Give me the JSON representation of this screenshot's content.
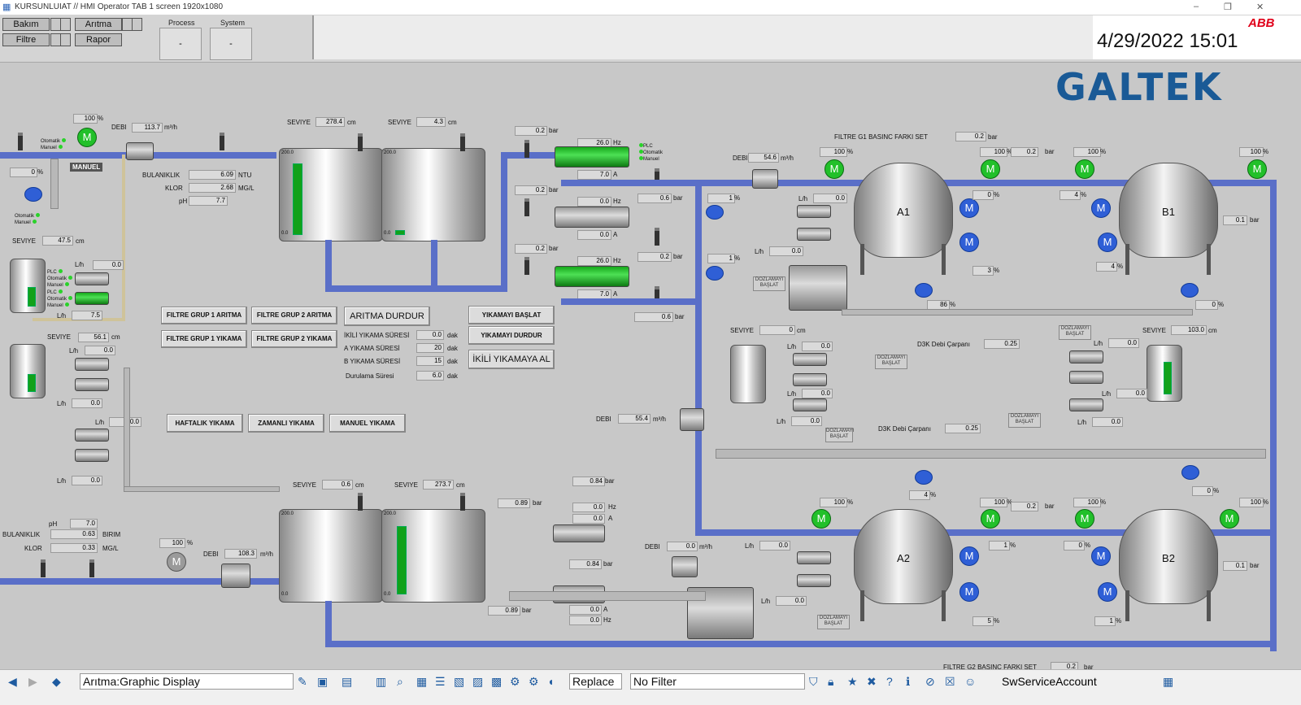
{
  "window": {
    "title": "KURSUNLUIAT // HMI Operator TAB 1 screen 1920x1080",
    "minimize": "–",
    "restore": "❐",
    "close": "✕"
  },
  "nav": {
    "bakim": "Bakım",
    "aritma": "Arıtma",
    "filtre": "Filtre",
    "rapor": "Rapor"
  },
  "status": {
    "process_label": "Process",
    "system_label": "System",
    "process_value": "-",
    "system_value": "-"
  },
  "datetime": "4/29/2022 15:01",
  "brand": {
    "abb": "ABB",
    "galtek": "GALTEK"
  },
  "colors": {
    "pipe_water": "#5a6fc8",
    "motor_on": "#22c02a",
    "valve": "#2f5fd6",
    "background": "#c8c8c8"
  },
  "labels": {
    "debi": "DEBI",
    "seviye": "SEVIYE",
    "bulaniklik": "BULANIKLIK",
    "klor": "KLOR",
    "ph": "pH",
    "manuel": "MANUEL",
    "lh": "L/h",
    "bar": "bar",
    "cm": "cm",
    "percent": "%",
    "hz": "Hz",
    "amp": "A",
    "m3h": "m³/h",
    "ntu": "NTU",
    "mgl": "MG/L",
    "birim": "BIRIM",
    "dak": "dak",
    "plc": "PLC",
    "otomatik": "Otomatik",
    "manuel_small": "Manuel",
    "dozlama": "DOZLAMAYI BAŞLAT",
    "motor_m": "M"
  },
  "inlet_top": {
    "pump_pct": "100",
    "debi": "113.7",
    "bulaniklik": "6.09",
    "klor": "2.68",
    "ph": "7.7",
    "left_pct": "0"
  },
  "tanks_top": {
    "seviye1": "278.4",
    "seviye2": "4.3",
    "t1_top": "200.0",
    "t1_bot": "0.0",
    "t2_top": "200.0",
    "t2_bot": "0.0"
  },
  "left_dosing": {
    "seviye1": "47.5",
    "lh1": "0.0",
    "lh2": "7.5",
    "seviye2": "56.1",
    "lh3": "0.0",
    "lh4": "0.0",
    "lh5": "0.0",
    "lh6": "0.0",
    "lh7": "0.0"
  },
  "pumps_top": {
    "p1": {
      "hz": "26.0",
      "a": "7.0",
      "bar": "0.2"
    },
    "p2": {
      "hz": "0.0",
      "a": "0.0",
      "bar": "0.2"
    },
    "p3": {
      "hz": "26.0",
      "a": "7.0",
      "bar": "0.2"
    },
    "bar_a": "0.6",
    "bar_b": "0.2",
    "bar_c": "0.6",
    "valve1_pct": "1",
    "valve2_pct": "1"
  },
  "buttons": {
    "fg1_aritma": "FILTRE GRUP 1 ARITMA",
    "fg2_aritma": "FILTRE GRUP 2 ARITMA",
    "fg1_yikama": "FILTRE GRUP 1 YIKAMA",
    "fg2_yikama": "FILTRE GRUP 2 YIKAMA",
    "aritma_durdur": "ARITMA DURDUR",
    "yikamayi_baslat": "YIKAMAYI BAŞLAT",
    "yikamayi_durdur": "YIKAMAYI DURDUR",
    "ikili_yikamaya_al": "İKİLİ YIKAMAYA AL",
    "haftalik": "HAFTALIK YIKAMA",
    "zamanli": "ZAMANLI YIKAMA",
    "manuel": "MANUEL YIKAMA"
  },
  "wash": {
    "ikili_label": "İKİLİ YIKAMA SÜRESİ",
    "ikili": "0.0",
    "a_label": "A YIKAMA SÜRESİ",
    "a": "20",
    "b_label": "B YIKAMA SÜRESİ",
    "b": "15",
    "durulama_label": "Durulama Süresi",
    "durulama": "6.0"
  },
  "filters": {
    "g1_label": "FILTRE G1 BASINC FARKI SET",
    "g1_set": "0.2",
    "g2_label": "FILTRE G2 BASINC FARKI SET",
    "g2_set": "0.2",
    "debi_mid": "54.6",
    "debi_mid_pct": "100",
    "lh_a": "0.0",
    "lh_b": "0.0",
    "a1": {
      "name": "A1",
      "top_pct": "100",
      "bar": "0.2",
      "v_pct": "0",
      "v2_pct": "3",
      "v3_pct": "86"
    },
    "b1": {
      "name": "B1",
      "top_pct": "100",
      "top_pct2": "100",
      "v_pct": "4",
      "v2_pct": "4",
      "v3_pct": "0",
      "bar": "0.1"
    },
    "a2": {
      "name": "A2",
      "top_pct": "100",
      "bar": "0.2",
      "v_pct": "4",
      "v2_pct": "1",
      "v3_pct": "5"
    },
    "b2": {
      "name": "B2",
      "top_pct": "100",
      "top_pct2": "100",
      "v_pct": "0",
      "v2_pct": "0",
      "v3_pct": "1",
      "bar": "0.1"
    }
  },
  "dosing_mid": {
    "seviye": "0",
    "lh1": "0.0",
    "lh2": "0.0",
    "lh3": "0.0",
    "d3k_label": "D3K Debi Çarpanı",
    "d3k1": "0.25",
    "d3k2": "0.25"
  },
  "dosing_right": {
    "seviye": "103.0",
    "lh1": "0.0",
    "lh2": "0.0",
    "lh3": "0.0"
  },
  "mid_flow": {
    "debi": "55.4"
  },
  "bottom": {
    "ph": "7.0",
    "bulaniklik": "0.63",
    "klor": "0.33",
    "pump_pct": "100",
    "debi": "108.3",
    "seviye1": "0.6",
    "seviye2": "273.7",
    "t_top": "200.0",
    "t_bot": "0.0",
    "pump_a": {
      "bar1": "0.84",
      "bar2": "0.89",
      "hz": "0.0",
      "a": "0.0"
    },
    "pump_b": {
      "bar1": "0.84",
      "bar2": "0.89",
      "hz": "0.0",
      "a": "0.0"
    },
    "debi_out": "0.0",
    "lh1": "0.0",
    "lh2": "0.0"
  },
  "statusbar": {
    "display": "Arıtma:Graphic Display",
    "mode": "Replace",
    "filter": "No Filter",
    "account": "SwServiceAccount"
  }
}
